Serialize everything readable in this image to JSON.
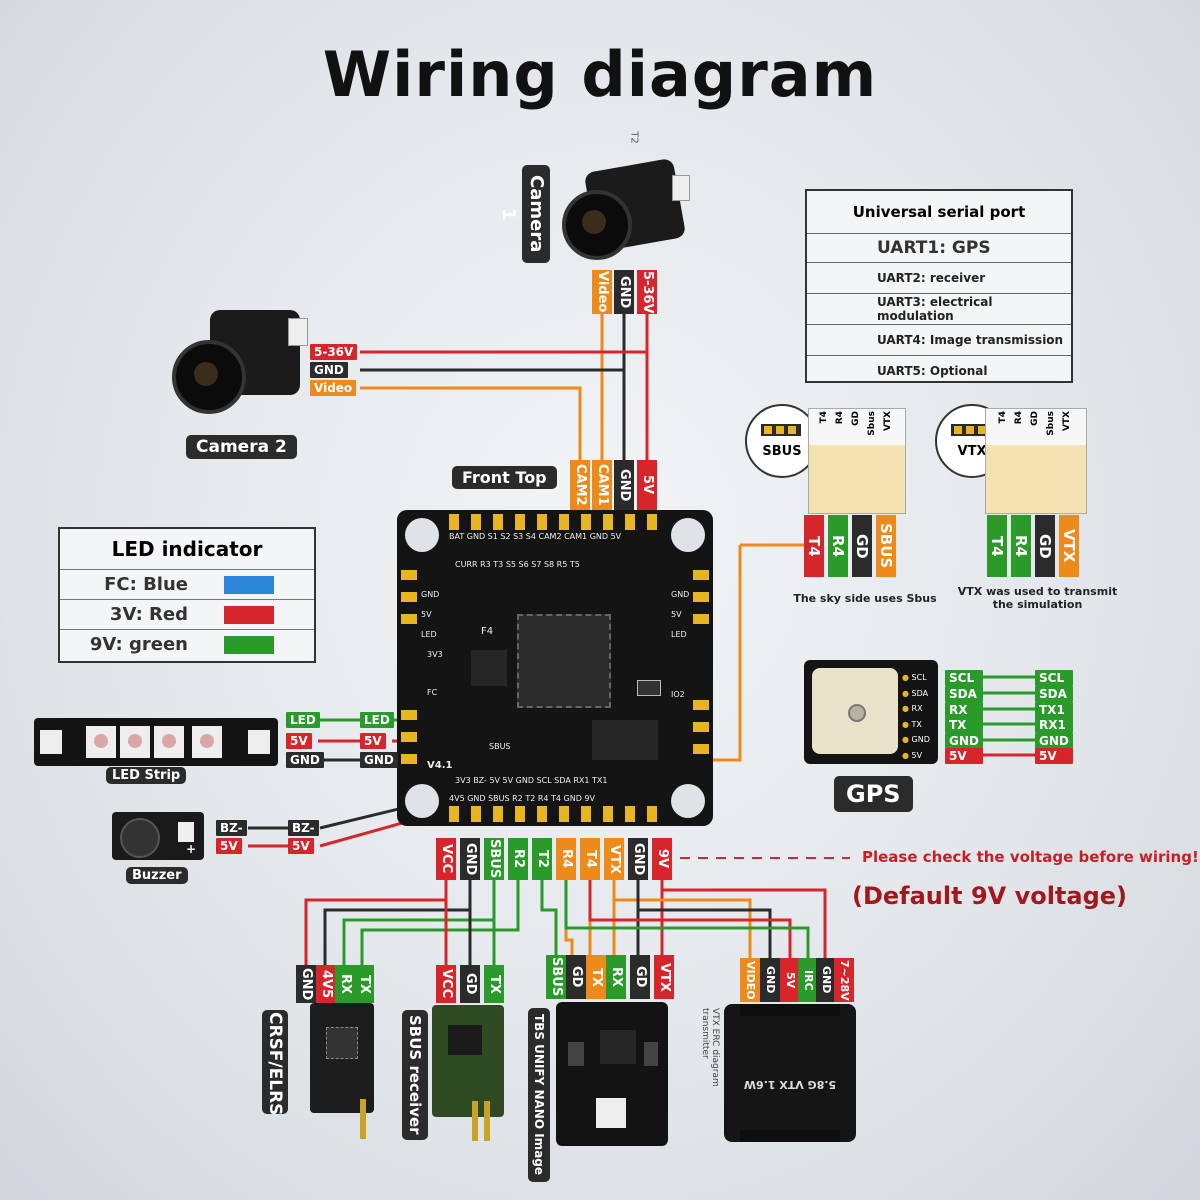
{
  "title": "Wiring diagram",
  "uart_box": {
    "header": "Universal serial port",
    "main": "UART1: GPS",
    "rows": [
      "UART2: receiver",
      "UART3: electrical modulation",
      "UART4: Image transmission",
      "UART5: Optional"
    ]
  },
  "led_box": {
    "title": "LED indicator",
    "rows": [
      {
        "label": "FC: Blue",
        "color": "#2a86d8"
      },
      {
        "label": "3V: Red",
        "color": "#d7262b"
      },
      {
        "label": "9V: green",
        "color": "#2a9a2a"
      }
    ]
  },
  "camera1": {
    "label": "Camera 1",
    "wires": [
      "Video",
      "GND",
      "5-36V"
    ],
    "top_mark": "T2"
  },
  "camera2": {
    "label": "Camera 2",
    "wires": [
      "5-36V",
      "GND",
      "Video"
    ]
  },
  "front_top": "Front Top",
  "fc_top_wires": [
    "CAM2",
    "CAM1",
    "GND",
    "5V"
  ],
  "fc_board": {
    "top_pads": "BAT GND   S1   S2   S3   S4 CAM2 CAM1 GND  5V",
    "top_row2": "CURR  R3   T3   S5   S6   S7   S8   R5   T5",
    "bottom_row1": "3V3  BZ-   5V   5V  GND  SCL  SDA  RX1  TX1",
    "bottom_row2": "4V5  GND SBUS  R2   T2   R4   T4  GND  9V",
    "chip_label": "F4",
    "version": "V4.1",
    "left_labels": [
      "GND",
      "5V",
      "LED"
    ],
    "right_labels": [
      "GND",
      "5V",
      "LED",
      "IO2"
    ],
    "side_marks": [
      "3V3",
      "FC",
      "SBUS"
    ]
  },
  "sbus_connector": {
    "badge": "SBUS",
    "pins": [
      "T4",
      "R4",
      "GD",
      "Sbus",
      "VTX"
    ],
    "wires": [
      "T4",
      "R4",
      "GD",
      "SBUS"
    ],
    "note": "The sky side uses Sbus"
  },
  "vtx_connector": {
    "badge": "VTX",
    "pins": [
      "T4",
      "R4",
      "GD",
      "Sbus",
      "VTX"
    ],
    "wires": [
      "T4",
      "R4",
      "GD",
      "VTX"
    ],
    "note": "VTX was used to transmit the simulation"
  },
  "gps": {
    "label": "GPS",
    "pins": [
      "SCL",
      "SDA",
      "RX",
      "TX",
      "GND",
      "5V"
    ],
    "left_wires": [
      "SCL",
      "SDA",
      "RX",
      "TX",
      "GND",
      "5V"
    ],
    "right_wires": [
      "SCL",
      "SDA",
      "TX1",
      "RX1",
      "GND",
      "5V"
    ]
  },
  "led_strip": {
    "label": "LED Strip",
    "left_wires": [
      "LED",
      "5V",
      "GND"
    ],
    "right_wires": [
      "LED",
      "5V",
      "GND"
    ]
  },
  "buzzer": {
    "label": "Buzzer",
    "left_wires": [
      "BZ-",
      "5V"
    ],
    "right_wires": [
      "BZ-",
      "5V"
    ],
    "plus": "+"
  },
  "fc_bottom_wires": [
    "VCC",
    "GND",
    "SBUS",
    "R2",
    "T2",
    "R4",
    "T4",
    "VTX",
    "GND",
    "9V"
  ],
  "warning": "Please check the voltage before wiring!",
  "default_voltage": "(Default 9V voltage)",
  "crsf": {
    "label": "CRSF/ELRS",
    "wires": [
      "GND",
      "4V5",
      "RX",
      "TX"
    ]
  },
  "sbus_rx": {
    "label": "SBUS receiver",
    "wires": [
      "VCC",
      "GD",
      "TX"
    ]
  },
  "tbs": {
    "label": "TBS UNIFY NANO Image",
    "wires": [
      "SBUS",
      "GD",
      "TX",
      "RX",
      "GD",
      "VTX"
    ]
  },
  "vtx_module": {
    "label": "VTX ERC diagram transmitter",
    "wires": [
      "VIDEO",
      "GND",
      "5V",
      "IRC",
      "GND",
      "7~28V"
    ],
    "text": "5.8G VTX 1.6W"
  }
}
